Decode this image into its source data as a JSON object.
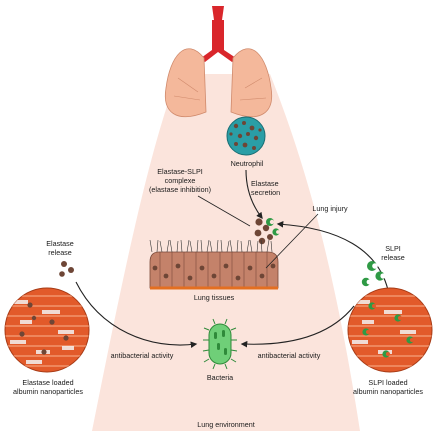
{
  "labels": {
    "neutrophil": "Neutrophil",
    "elastase_secretion": [
      "Elastase",
      "secretion"
    ],
    "complex": [
      "Elastase-SLPI",
      "complexe",
      "(elastase inhibition)"
    ],
    "lung_injury": "Lung injury",
    "lung_tissues": "Lung tissues",
    "elastase_release": [
      "Elastase",
      "release"
    ],
    "slpi_release": [
      "SLPI",
      "release"
    ],
    "left_np": [
      "Elastase loaded",
      "albumin nanoparticles"
    ],
    "right_np": [
      "SLPI loaded",
      "albumin nanoparticles"
    ],
    "antibacterial_left": "antibacterial activity",
    "antibacterial_right": "antibacterial activity",
    "bacteria": "Bacteria",
    "environment": "Lung environment"
  },
  "colors": {
    "lung": "#f4b89b",
    "trachea": "#d9262b",
    "environment": "#fbe4dc",
    "neutrophil": "#2a9ea6",
    "tissue": "#c4826a",
    "elastase_dot": "#6e4636",
    "slpi": "#2f9a45",
    "nanoparticle": "#e25a2a",
    "bacteria": "#6fcf78"
  }
}
